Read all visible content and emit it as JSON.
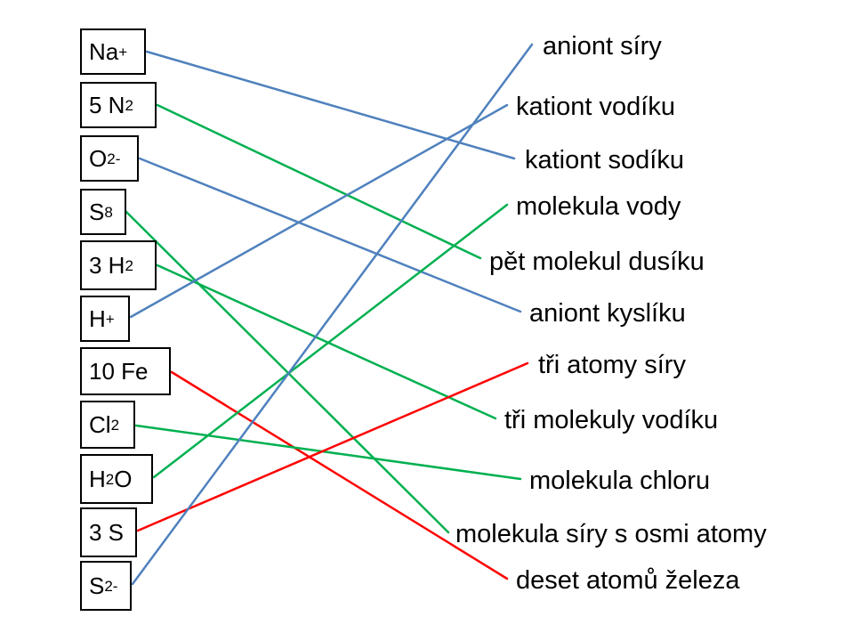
{
  "formulas": [
    {
      "base": "Na",
      "sub": "",
      "sup": "+"
    },
    {
      "base": "5 N",
      "sub": "2",
      "sup": ""
    },
    {
      "base": "O",
      "sub": "",
      "sup": "2-"
    },
    {
      "base": "S",
      "sub": "8",
      "sup": ""
    },
    {
      "base": "3 H",
      "sub": "2",
      "sup": ""
    },
    {
      "base": "H",
      "sub": "",
      "sup": "+"
    },
    {
      "base": "10 Fe",
      "sub": "",
      "sup": ""
    },
    {
      "base": "Cl",
      "sub": "2",
      "sup": ""
    },
    {
      "base": "H",
      "sub": "2",
      "sup": "",
      "tail": "O"
    },
    {
      "base": "3 S",
      "sub": "",
      "sup": ""
    },
    {
      "base": "S",
      "sub": "",
      "sup": "2-"
    }
  ],
  "descriptions": [
    "aniont síry",
    "kationt vodíku",
    "kationt sodíku",
    "molekula vody",
    "pět molekul dusíku",
    "aniont kyslíku",
    "tři atomy síry",
    "tři molekuly vodíku",
    "molekula chloru",
    "molekula síry s osmi atomy",
    "deset atomů železa"
  ],
  "connections": [
    {
      "from": 0,
      "to": 2,
      "color": "#4f81bd"
    },
    {
      "from": 1,
      "to": 4,
      "color": "#00b050"
    },
    {
      "from": 2,
      "to": 5,
      "color": "#4f81bd"
    },
    {
      "from": 3,
      "to": 9,
      "color": "#00b050"
    },
    {
      "from": 4,
      "to": 7,
      "color": "#00b050"
    },
    {
      "from": 5,
      "to": 1,
      "color": "#4f81bd"
    },
    {
      "from": 6,
      "to": 10,
      "color": "#ff0000"
    },
    {
      "from": 7,
      "to": 8,
      "color": "#00b050"
    },
    {
      "from": 8,
      "to": 3,
      "color": "#00b050"
    },
    {
      "from": 9,
      "to": 6,
      "color": "#ff0000"
    },
    {
      "from": 10,
      "to": 0,
      "color": "#4f81bd"
    }
  ]
}
